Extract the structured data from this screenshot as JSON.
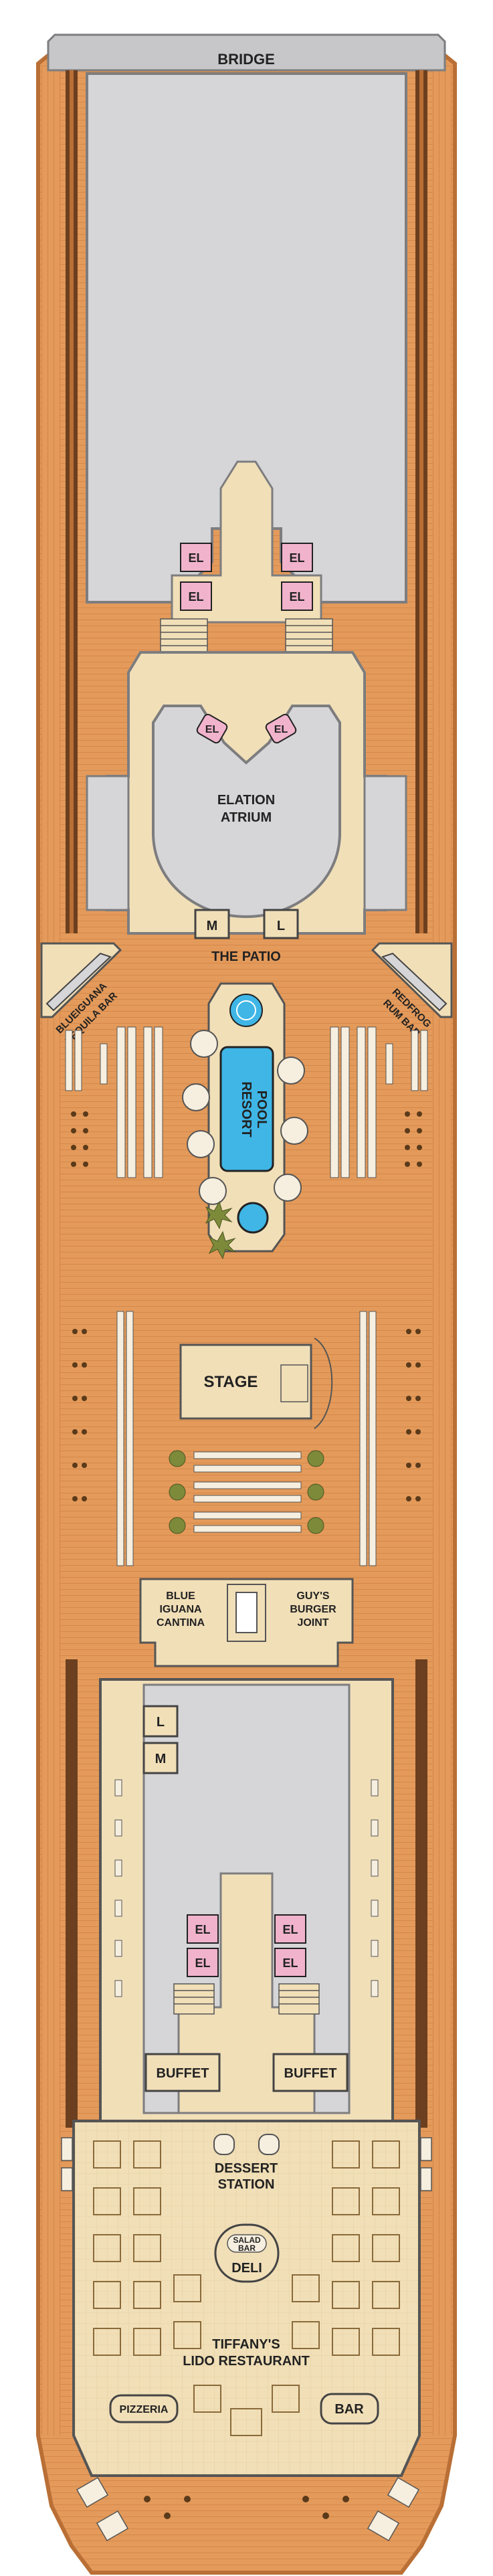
{
  "labels": {
    "bridge": "BRIDGE",
    "elevator": "EL",
    "elation_atrium_line1": "ELATION",
    "elation_atrium_line2": "ATRIUM",
    "mens_restroom": "M",
    "ladies_restroom": "L",
    "the_patio": "THE PATIO",
    "blue_iguana_tequila_bar_line1": "BLUEIGUANA",
    "blue_iguana_tequila_bar_line2": "TEQUILA BAR",
    "redfrog_rum_bar_line1": "REDFROG",
    "redfrog_rum_bar_line2": "RUM BAR",
    "resort_pool_line1": "RESORT",
    "resort_pool_line2": "POOL",
    "stage": "STAGE",
    "blue_iguana_cantina_line1": "BLUE",
    "blue_iguana_cantina_line2": "IGUANA",
    "blue_iguana_cantina_line3": "CANTINA",
    "guys_burger_joint_line1": "GUY'S",
    "guys_burger_joint_line2": "BURGER",
    "guys_burger_joint_line3": "JOINT",
    "buffet": "BUFFET",
    "dessert_station_line1": "DESSERT",
    "dessert_station_line2": "STATION",
    "salad_bar_line1": "SALAD",
    "salad_bar_line2": "BAR",
    "deli": "DELI",
    "tiffanys_line1": "TIFFANY'S",
    "tiffanys_line2": "LIDO RESTAURANT",
    "pizzeria": "PIZZERIA",
    "bar": "BAR"
  },
  "colors": {
    "deck_wood": "#e49a5a",
    "deck_edge": "#c0743a",
    "interior_gray": "#d6d6d8",
    "enclosed_cream": "#f1dfb8",
    "elevator_pink": "#f1b3cc",
    "pool_blue": "#3fb6e6",
    "plant_green": "#7c8a3a"
  }
}
